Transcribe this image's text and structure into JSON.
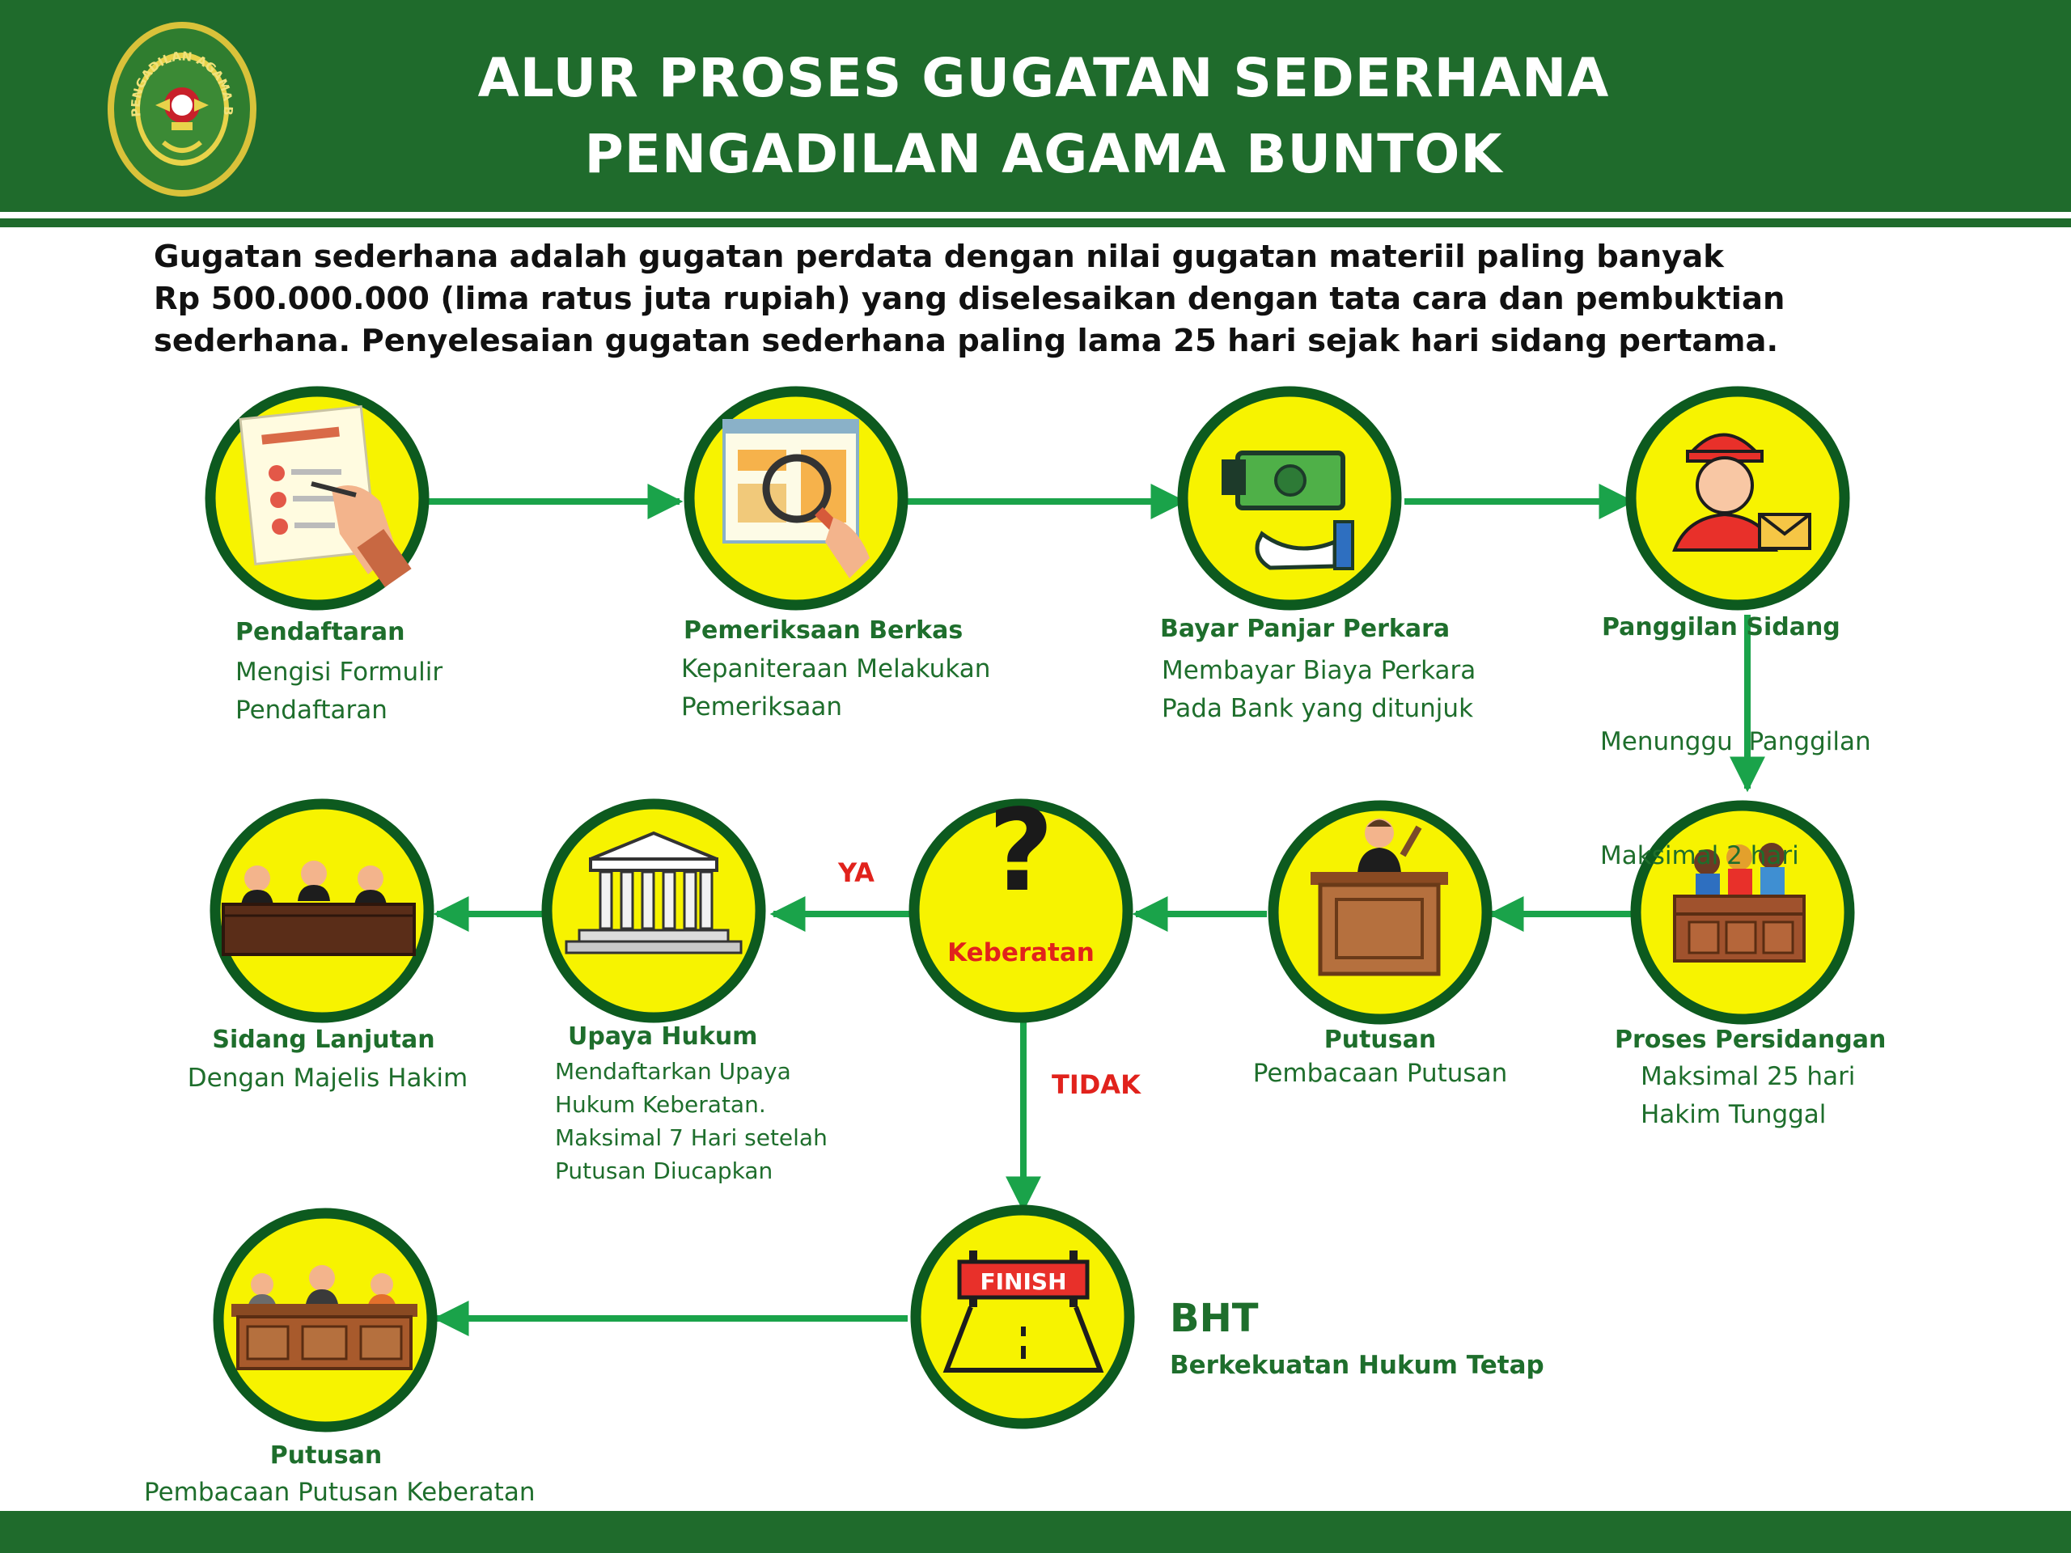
{
  "header": {
    "title_line1": "ALUR PROSES GUGATAN SEDERHANA",
    "title_line2": "PENGADILAN AGAMA BUNTOK",
    "logo_text": "PENGADILAN AGAMA BUNTOK"
  },
  "intro": {
    "line1": "Gugatan sederhana adalah gugatan perdata dengan nilai gugatan materiil paling banyak",
    "line2": "Rp 500.000.000 (lima ratus juta rupiah) yang diselesaikan dengan tata cara dan pembuktian",
    "line3": "sederhana. Penyelesaian gugatan sederhana paling lama 25 hari sejak hari sidang pertama."
  },
  "steps": [
    {
      "icon": "checklist-form-icon",
      "title": "Pendaftaran",
      "desc": [
        "Mengisi Formulir",
        "Pendaftaran"
      ]
    },
    {
      "icon": "document-magnifier-icon",
      "title": "Pemeriksaan Berkas",
      "desc": [
        "Kepaniteraan Melakukan",
        "Pemeriksaan"
      ]
    },
    {
      "icon": "money-payment-icon",
      "title": "Bayar Panjar Perkara",
      "desc": [
        "Membayar Biaya Perkara",
        "Pada Bank yang ditunjuk"
      ]
    },
    {
      "icon": "courier-letter-icon",
      "title": "Panggilan Sidang",
      "desc": [
        "Menunggu  Panggilan",
        "Maksimal 2 hari"
      ]
    },
    {
      "icon": "courtroom-audience-icon",
      "title": "Proses Persidangan",
      "desc": [
        "Maksimal 25 hari",
        "Hakim Tunggal"
      ]
    },
    {
      "icon": "judge-podium-icon",
      "title": "Putusan",
      "desc": [
        "Pembacaan Putusan"
      ]
    },
    {
      "icon": "question-mark-icon",
      "title": "Keberatan",
      "desc": []
    },
    {
      "icon": "court-building-icon",
      "title": "Upaya Hukum",
      "desc": [
        "Mendaftarkan Upaya",
        "Hukum Keberatan.",
        "Maksimal 7 Hari setelah",
        "Putusan Diucapkan"
      ]
    },
    {
      "icon": "judges-panel-icon",
      "title": "Sidang Lanjutan",
      "desc": [
        "Dengan Majelis Hakim"
      ]
    },
    {
      "icon": "finish-line-icon",
      "title": "FINISH",
      "desc": []
    },
    {
      "icon": "judges-bench-icon",
      "title": "Putusan",
      "desc": [
        "Pembacaan Putusan Keberatan"
      ]
    }
  ],
  "decision": {
    "yes_label": "YA",
    "no_label": "TIDAK"
  },
  "bht": {
    "title": "BHT",
    "desc": "Berkekuatan Hukum Tetap"
  },
  "colors": {
    "header_green": "#1f6b2c",
    "arrow_green": "#1aa34a",
    "circle_yellow": "#f7f300",
    "circle_ring": "#0d5a1f",
    "text_green": "#1e6e2c",
    "label_red": "#e1221c"
  }
}
